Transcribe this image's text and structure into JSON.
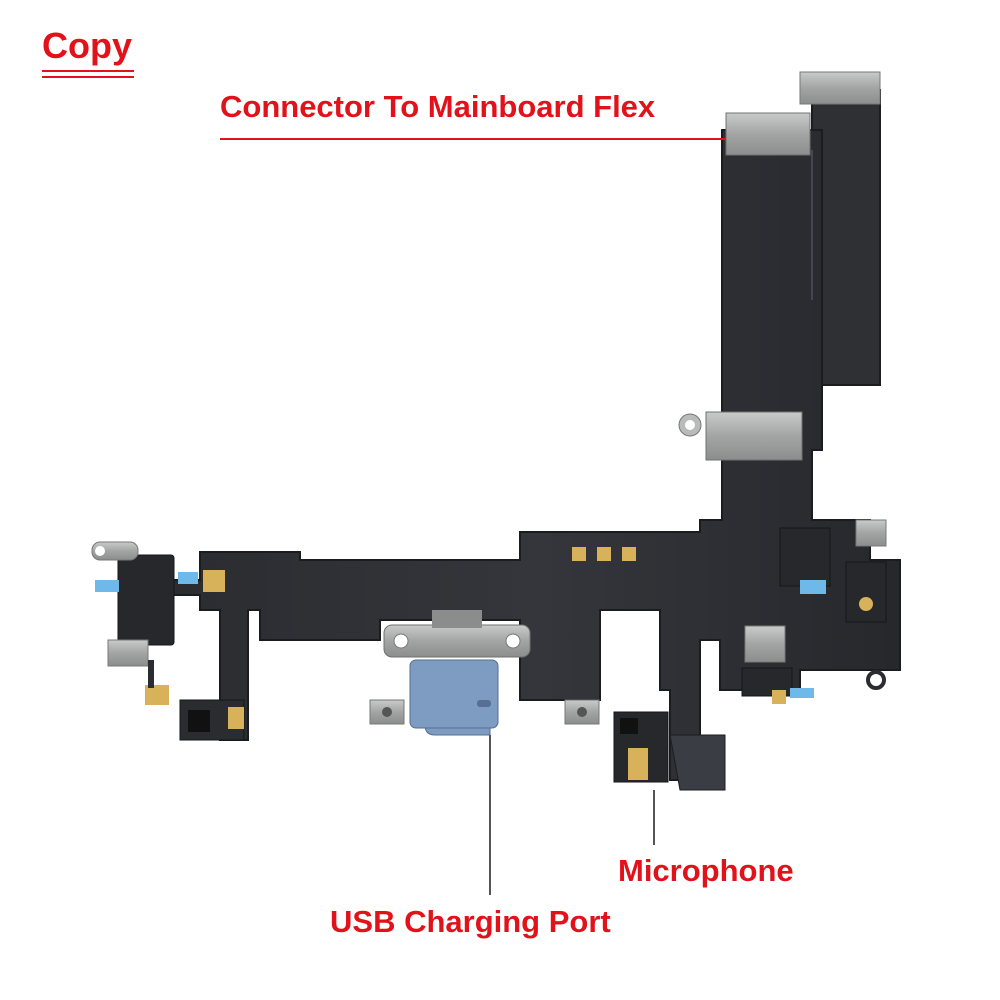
{
  "watermark": {
    "text": "Copy"
  },
  "labels": {
    "connector": "Connector To Mainboard Flex",
    "microphone": "Microphone",
    "usb_port": "USB Charging Port"
  },
  "colors": {
    "label_red": "#e2121b",
    "flex_cable": "#2b2d31",
    "metal_shield": "#a8aaa9",
    "port_housing": "#7e9bc2"
  }
}
